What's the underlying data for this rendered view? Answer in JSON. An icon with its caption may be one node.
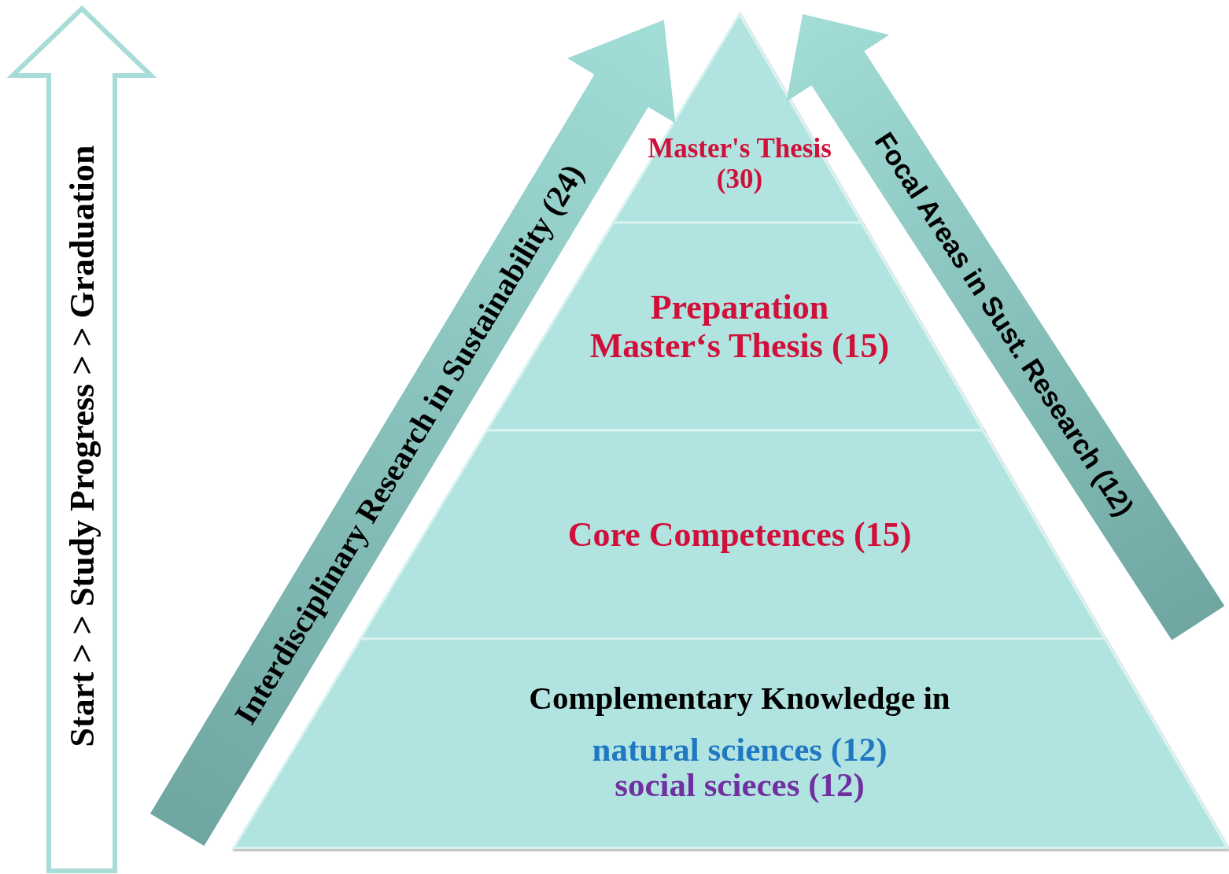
{
  "diagram": {
    "nodes": [
      {
        "text": [
          "Master's Thesis (30)"
        ]
      },
      {
        "text": [
          "Preparation Master‘s Thesis (15)"
        ]
      },
      {
        "text": [
          "Core Competences (15)"
        ]
      },
      {
        "text": [
          "Complementary Knowledge in",
          "natural sciences (12)",
          "social scieces (12)"
        ]
      },
      {
        "text": [
          "Start > > Study Progress > > Graduation"
        ]
      },
      {
        "text": [
          "Interdisciplinary Research in Sustainability (24)"
        ]
      },
      {
        "text": [
          "Focal Areas in Sust. Research (12)"
        ]
      }
    ]
  }
}
